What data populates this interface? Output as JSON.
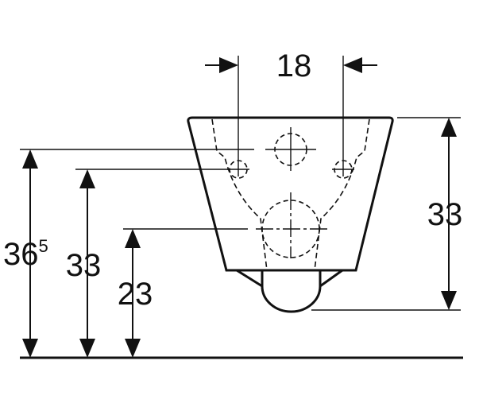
{
  "dimensions": {
    "top_spacing": "18",
    "right_height": "33",
    "left_outer_height": "36",
    "left_outer_height_sup": "5",
    "left_middle_height": "33",
    "left_inner_height": "23"
  }
}
